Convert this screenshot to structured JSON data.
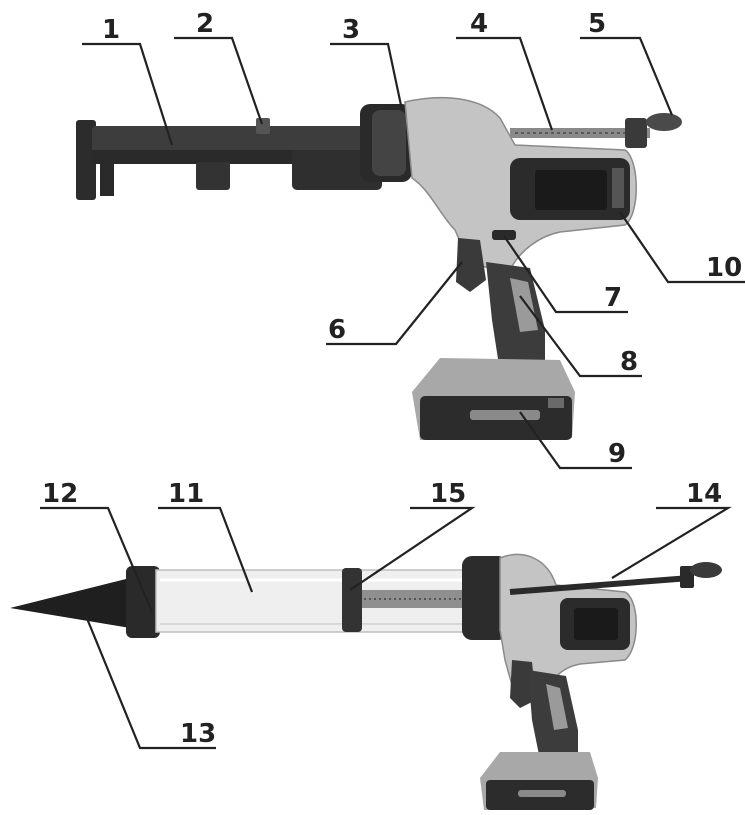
{
  "callouts": [
    {
      "id": "1",
      "text": "1"
    },
    {
      "id": "2",
      "text": "2"
    },
    {
      "id": "3",
      "text": "3"
    },
    {
      "id": "4",
      "text": "4"
    },
    {
      "id": "5",
      "text": "5"
    },
    {
      "id": "6",
      "text": "6"
    },
    {
      "id": "7",
      "text": "7"
    },
    {
      "id": "8",
      "text": "8"
    },
    {
      "id": "9",
      "text": "9"
    },
    {
      "id": "10",
      "text": "10"
    },
    {
      "id": "11",
      "text": "11"
    },
    {
      "id": "12",
      "text": "12"
    },
    {
      "id": "13",
      "text": "13"
    },
    {
      "id": "14",
      "text": "14"
    },
    {
      "id": "15",
      "text": "15"
    }
  ],
  "colors": {
    "body_light": "#c9c9c9",
    "body_mid": "#9a9a9a",
    "body_dark": "#3a3a3a",
    "black": "#1a1a1a",
    "tube_clear": "#eeeeee"
  }
}
